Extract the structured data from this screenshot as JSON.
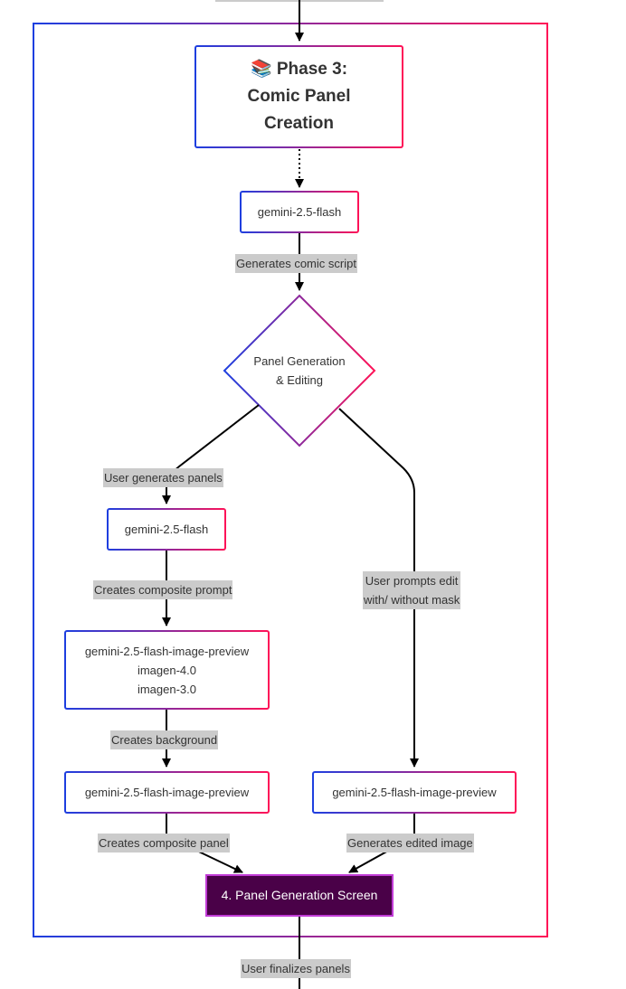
{
  "colors": {
    "gradient_start": "#1d3fe0",
    "gradient_end": "#ff1257",
    "final_fill": "#4a0148",
    "final_border": "#c13bd6",
    "label_bg": "#cbcbcb",
    "edge": "#000000"
  },
  "phase": {
    "icon": "📚",
    "title": "📚 Phase 3:\nComic Panel\nCreation"
  },
  "nodes": {
    "script_model": "gemini-2.5-flash",
    "decision": "Panel Generation\n& Editing",
    "prompt_model": "gemini-2.5-flash",
    "image_models": "gemini-2.5-flash-image-preview\nimagen-4.0\nimagen-3.0",
    "composite_model": "gemini-2.5-flash-image-preview",
    "edit_model": "gemini-2.5-flash-image-preview",
    "final_screen": "4. Panel Generation Screen"
  },
  "edge_labels": {
    "generates_script": "Generates comic script",
    "user_generates": "User generates panels",
    "composite_prompt": "Creates composite prompt",
    "background": "Creates background",
    "composite_panel": "Creates composite panel",
    "user_prompts_edit": "User prompts edit\nwith/ without mask",
    "edited_image": "Generates edited image",
    "finalizes": "User finalizes panels"
  }
}
